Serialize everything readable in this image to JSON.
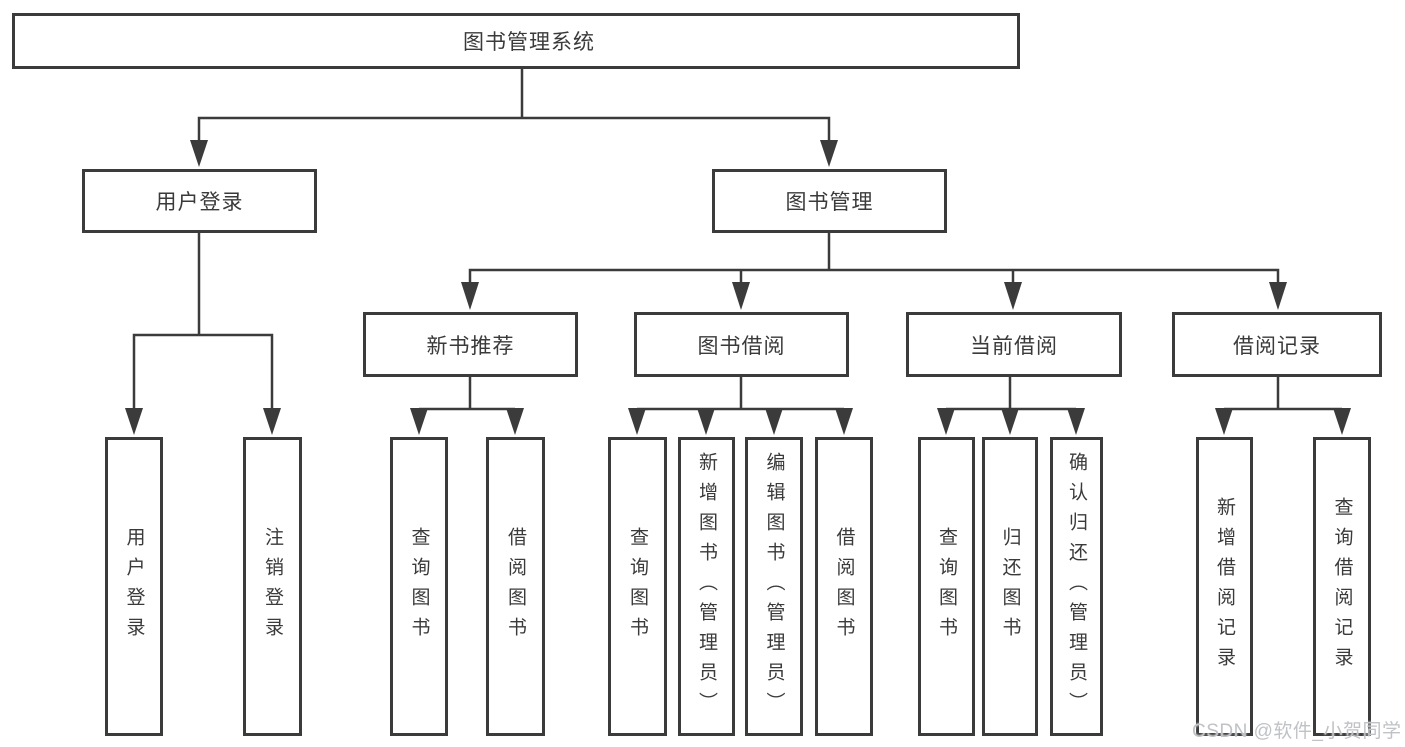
{
  "diagram": {
    "title": "图书管理系统",
    "level2": [
      {
        "label": "用户登录"
      },
      {
        "label": "图书管理"
      }
    ],
    "level3": [
      {
        "label": "新书推荐"
      },
      {
        "label": "图书借阅"
      },
      {
        "label": "当前借阅"
      },
      {
        "label": "借阅记录"
      }
    ],
    "leaves": {
      "user": [
        {
          "label": "用户登录"
        },
        {
          "label": "注销登录"
        }
      ],
      "recommend": [
        {
          "label": "查询图书"
        },
        {
          "label": "借阅图书"
        }
      ],
      "borrowing": [
        {
          "label": "查询图书"
        },
        {
          "label": "新增图书（管理员）"
        },
        {
          "label": "编辑图书（管理员）"
        },
        {
          "label": "借阅图书"
        }
      ],
      "current": [
        {
          "label": "查询图书"
        },
        {
          "label": "归还图书"
        },
        {
          "label": "确认归还（管理员）"
        }
      ],
      "records": [
        {
          "label": "新增借阅记录"
        },
        {
          "label": "查询借阅记录"
        }
      ]
    },
    "watermark": "CSDN @软件_小贺同学",
    "colors": {
      "line": "#3b3b3b",
      "text": "#3a3a3a",
      "box_background": "#ffffff",
      "watermark": "#bfc2c6",
      "background": "#ffffff"
    }
  }
}
